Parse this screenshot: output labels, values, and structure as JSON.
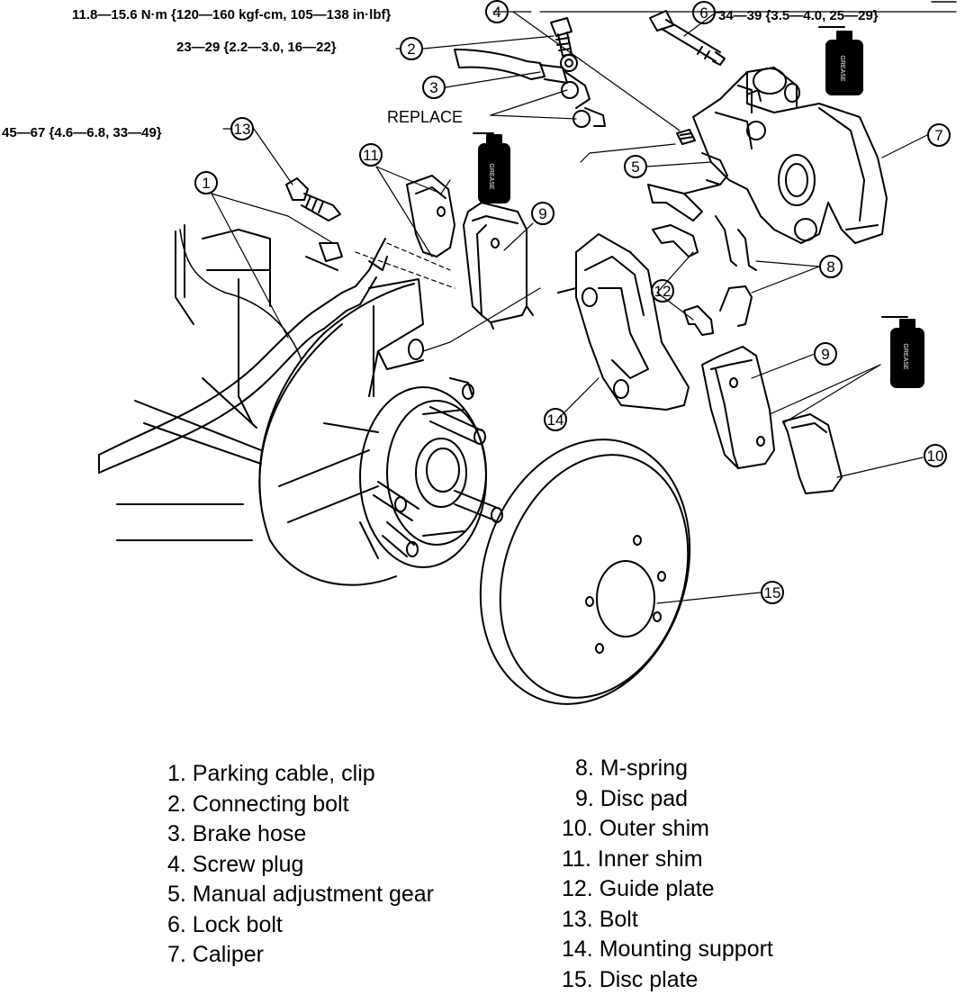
{
  "callouts": {
    "c4_torque": "11.8—15.6 N·m {120—160 kgf-cm, 105—138 in·lbf}",
    "c6_torque": "34—39 {3.5—4.0, 25—29}",
    "c2_torque": "23—29 {2.2—3.0, 16—22}",
    "c13_torque": "45—67 {4.6—6.8, 33—49}",
    "replace": "REPLACE",
    "grease_label": "GREASE"
  },
  "part_numbers": {
    "n1": "1",
    "n2": "2",
    "n3": "3",
    "n4": "4",
    "n5": "5",
    "n6": "6",
    "n7": "7",
    "n8": "8",
    "n9": "9",
    "n10": "10",
    "n11": "11",
    "n12": "12",
    "n13": "13",
    "n14": "14",
    "n15": "15"
  },
  "legend": {
    "left": [
      "1. Parking cable, clip",
      "2. Connecting bolt",
      "3. Brake hose",
      "4. Screw plug",
      "5. Manual adjustment gear",
      "6. Lock bolt",
      "7. Caliper"
    ],
    "right": [
      "8. M-spring",
      "9. Disc pad",
      "10. Outer shim",
      "11. Inner shim",
      "12. Guide plate",
      "13. Bolt",
      "14. Mounting support",
      "15. Disc plate"
    ]
  }
}
